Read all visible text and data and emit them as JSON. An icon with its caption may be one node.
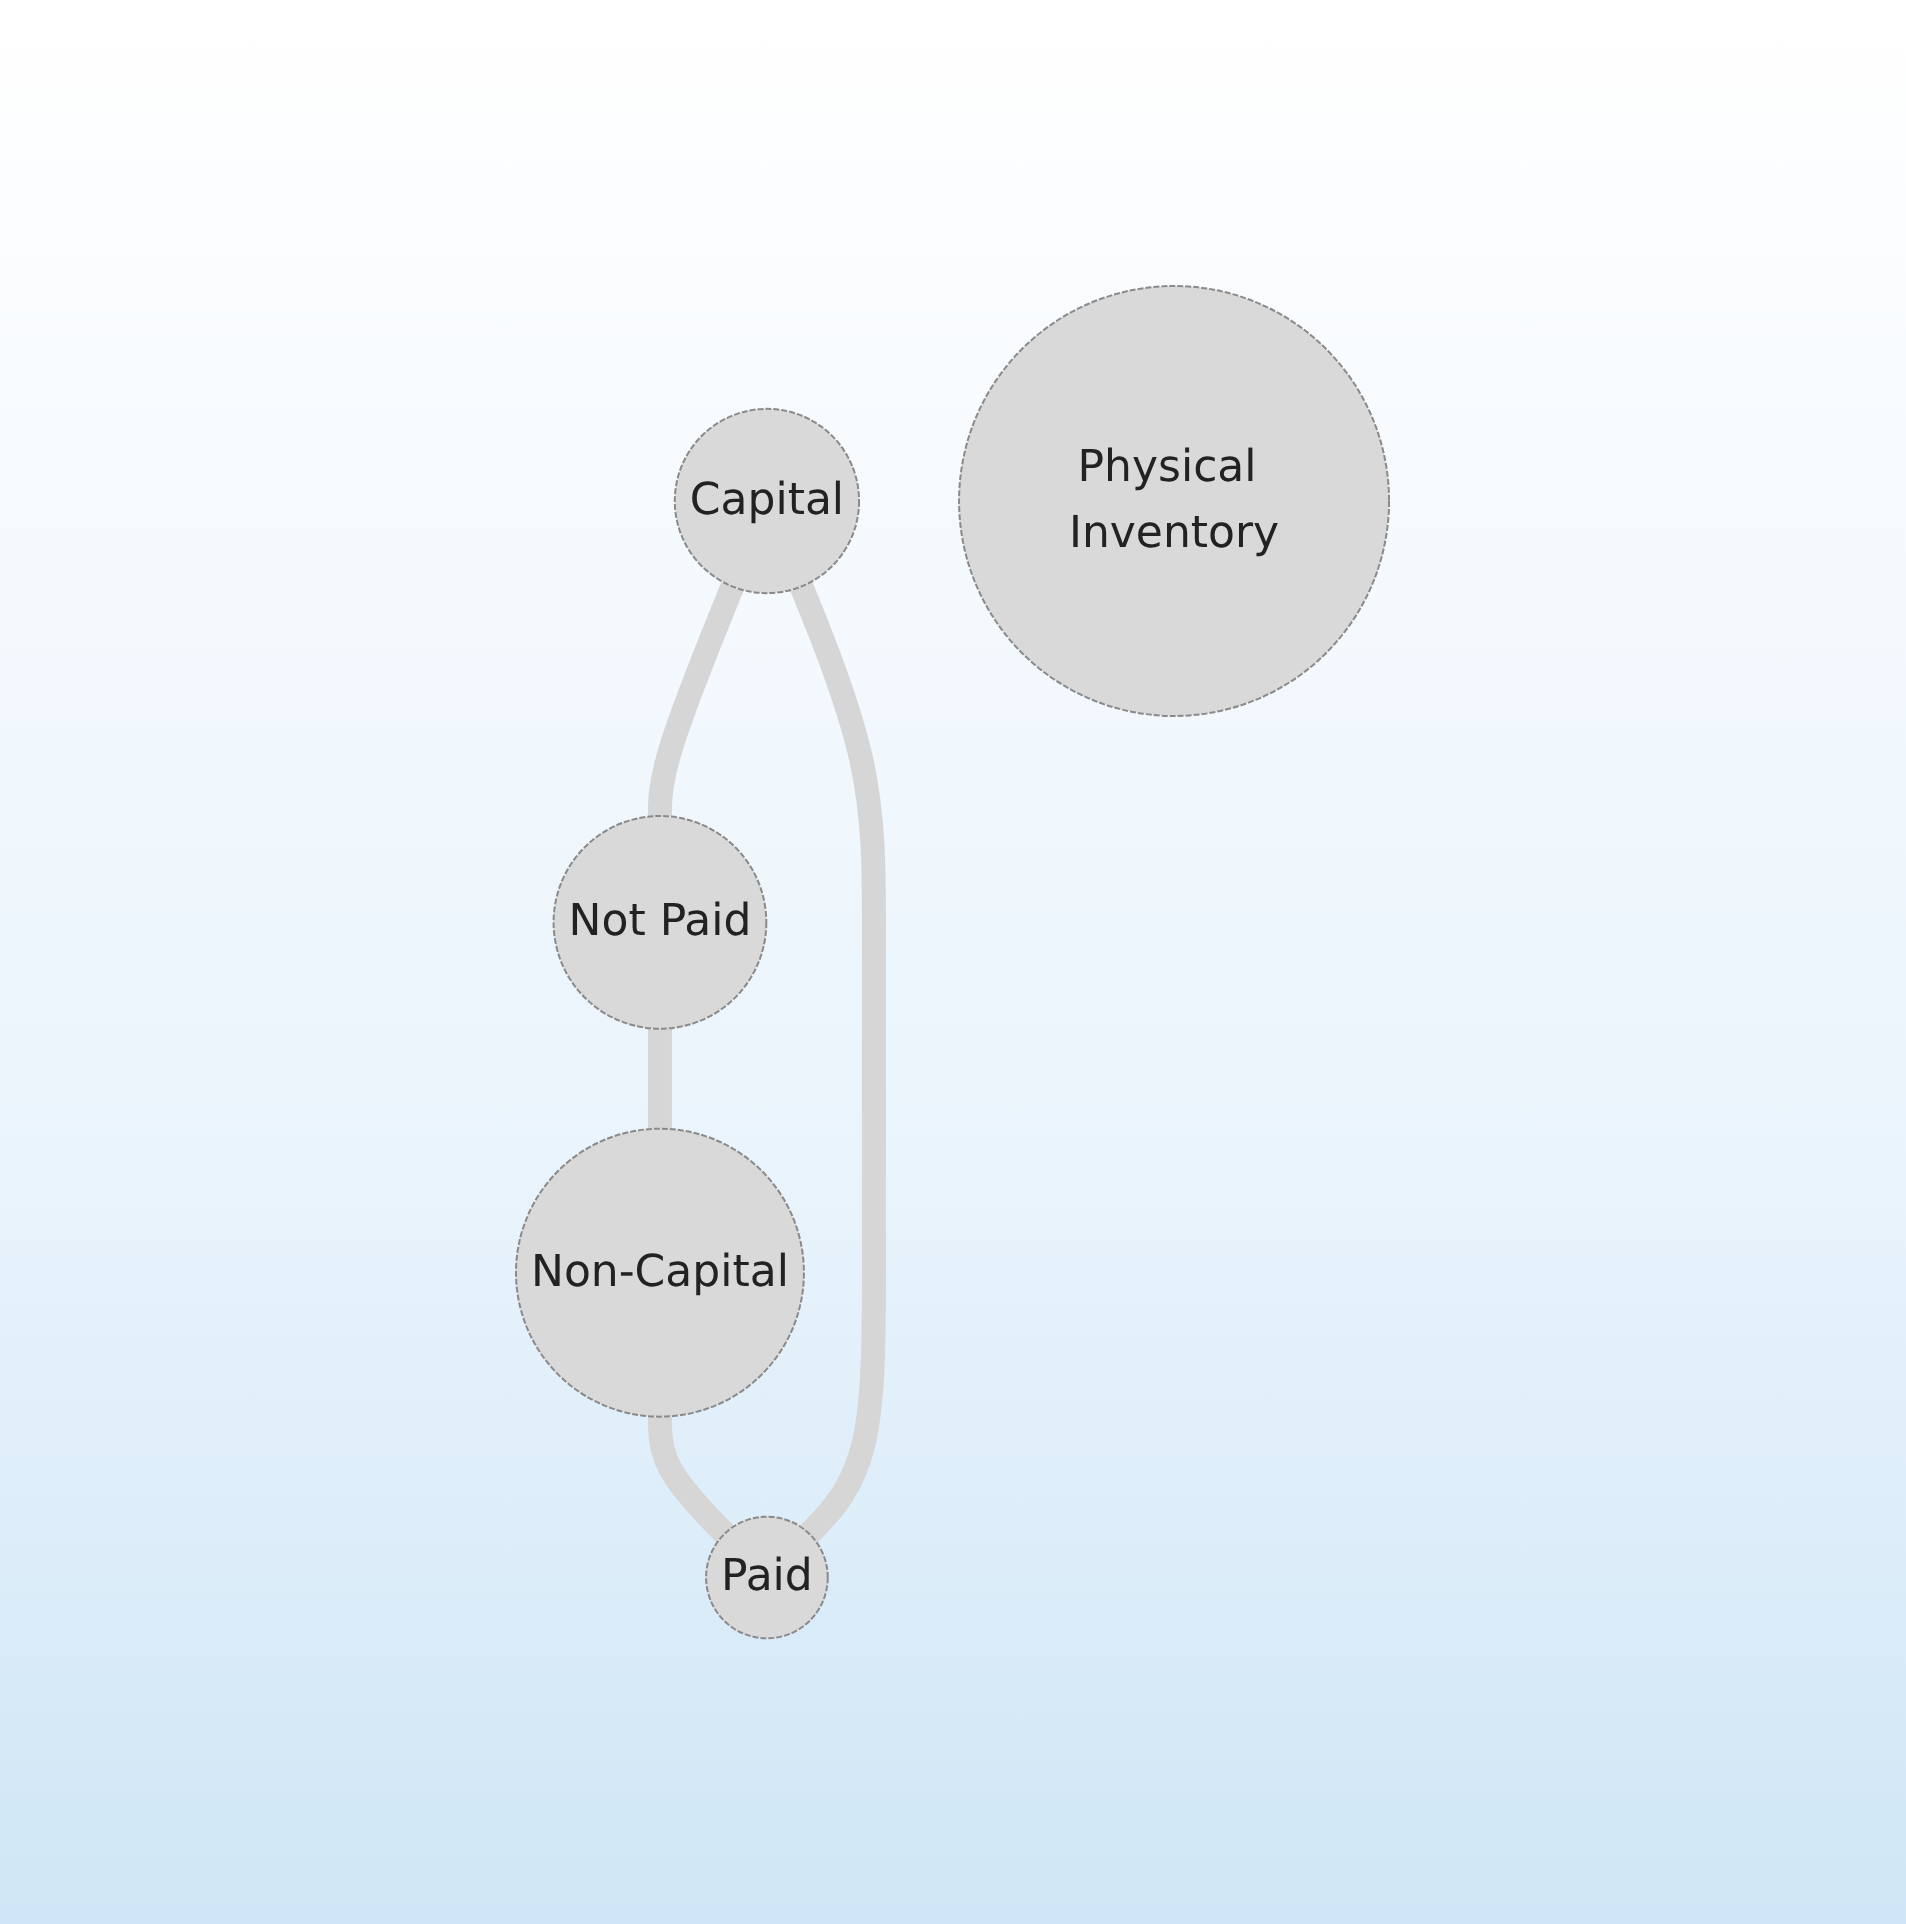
{
  "diagram": {
    "nodes": [
      {
        "text": [
          "Capital"
        ]
      },
      {
        "text": [
          "Paid"
        ]
      },
      {
        "text": [
          "Physical Inventory"
        ]
      },
      {
        "text": [
          "Not Paid"
        ]
      },
      {
        "text": [
          "Non-Capital"
        ]
      }
    ],
    "edges": [
      {
        "from": 0,
        "to": 3,
        "arrow": "none"
      },
      {
        "from": 3,
        "to": 4,
        "arrow": "none"
      },
      {
        "from": 4,
        "to": 1,
        "arrow": "none"
      },
      {
        "from": 1,
        "to": 0,
        "arrow": "none"
      }
    ]
  }
}
